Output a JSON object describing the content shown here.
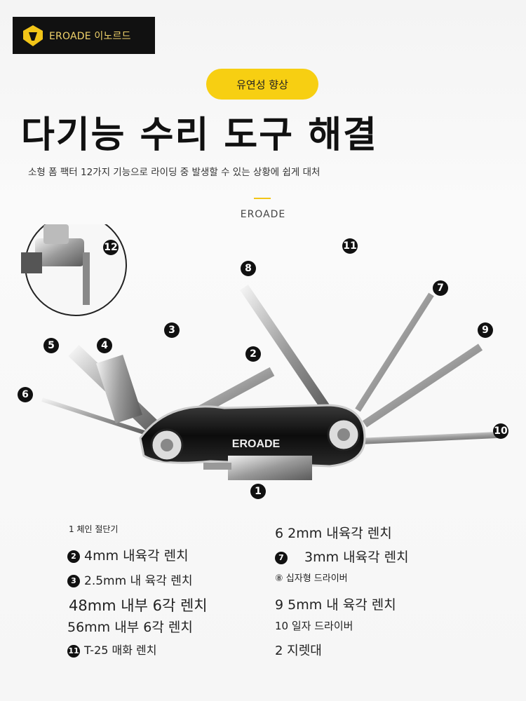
{
  "brand": {
    "logo_text": "EROADE 이노르드"
  },
  "hero": {
    "pill": "유연성 향상",
    "headline": "다기능 수리 도구 해결",
    "subtitle": "소형 폼 팩터 12가지 기능으로 라이딩 중 발생할 수 있는 상황에 쉽게 대처"
  },
  "product": {
    "brand_label": "EROADE",
    "engraving": "EROADE",
    "callouts": [
      "12",
      "8",
      "11",
      "7",
      "3",
      "5",
      "4",
      "2",
      "9",
      "6",
      "10",
      "1"
    ]
  },
  "specs": {
    "left": [
      {
        "badge": "",
        "text": "1 체인 절단기"
      },
      {
        "badge": "2",
        "text": "4mm 내육각 렌치"
      },
      {
        "badge": "3",
        "text": "2.5mm 내 육각 렌치"
      },
      {
        "badge": "",
        "text": "48mm 내부 6각 렌치"
      },
      {
        "badge": "",
        "text": "56mm 내부 6각 렌치"
      },
      {
        "badge": "11",
        "text": "T-25 매화 렌치"
      }
    ],
    "right": [
      {
        "badge": "",
        "text": "6 2mm 내육각 렌치"
      },
      {
        "badge": "7",
        "text": "3mm 내육각 렌치"
      },
      {
        "badge": "",
        "text": "⑧ 십자형 드라이버"
      },
      {
        "badge": "",
        "text": "9 5mm 내 육각 렌치"
      },
      {
        "badge": "",
        "text": "10 일자 드라이버"
      },
      {
        "badge": "",
        "text": "2 지렛대"
      }
    ]
  }
}
